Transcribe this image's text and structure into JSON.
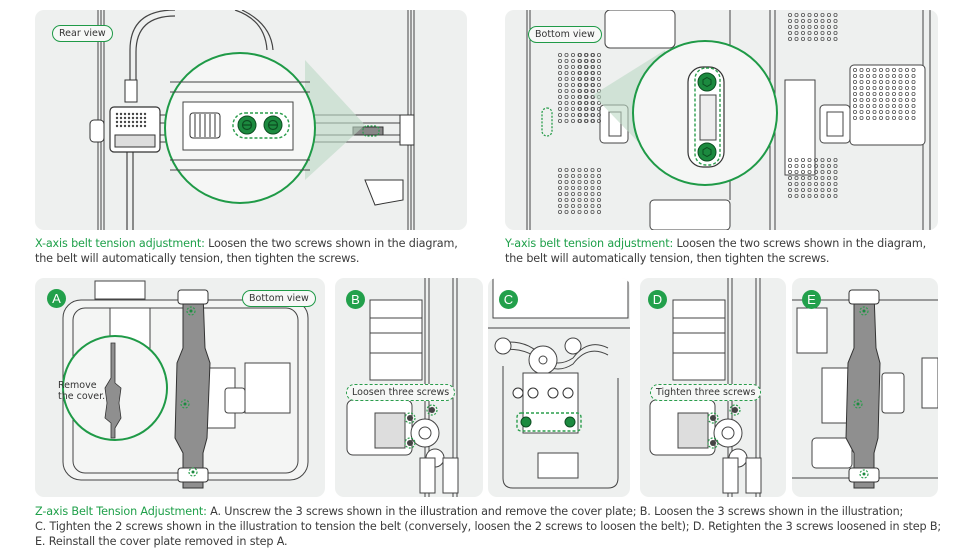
{
  "colors": {
    "accent_green": "#1fa04a",
    "panel_bg": "#eef0ef",
    "text": "#3b3b3b"
  },
  "x_axis": {
    "view_label": "Rear view",
    "caption_title": "X-axis belt tension adjustment:",
    "caption_body_line1": " Loosen the two screws shown in the diagram,",
    "caption_body_line2": "the belt will automatically tension, then tighten the screws."
  },
  "y_axis": {
    "view_label": "Bottom view",
    "caption_title": "Y-axis belt tension adjustment:",
    "caption_body_line1": " Loosen the two screws shown in the diagram,",
    "caption_body_line2": "the belt will automatically tension, then tighten the screws."
  },
  "z_axis": {
    "steps": [
      {
        "badge": "A",
        "view_label": "Bottom view",
        "note_line1": "Remove",
        "note_line2": "the cover."
      },
      {
        "badge": "B",
        "tag": "Loosen three screws"
      },
      {
        "badge": "C"
      },
      {
        "badge": "D",
        "tag": "Tighten three screws"
      },
      {
        "badge": "E"
      }
    ],
    "caption_title": "Z-axis Belt Tension Adjustment:",
    "caption_line1": " A. Unscrew the 3 screws shown in the illustration and remove the cover plate; B. Loosen the 3 screws shown in the illustration;",
    "caption_line2": "C. Tighten the 2 screws shown in the illustration to tension the belt (conversely, loosen the 2 screws to loosen the belt); D. Retighten the 3 screws loosened in step B;",
    "caption_line3": "E. Reinstall the cover plate removed in step A."
  }
}
